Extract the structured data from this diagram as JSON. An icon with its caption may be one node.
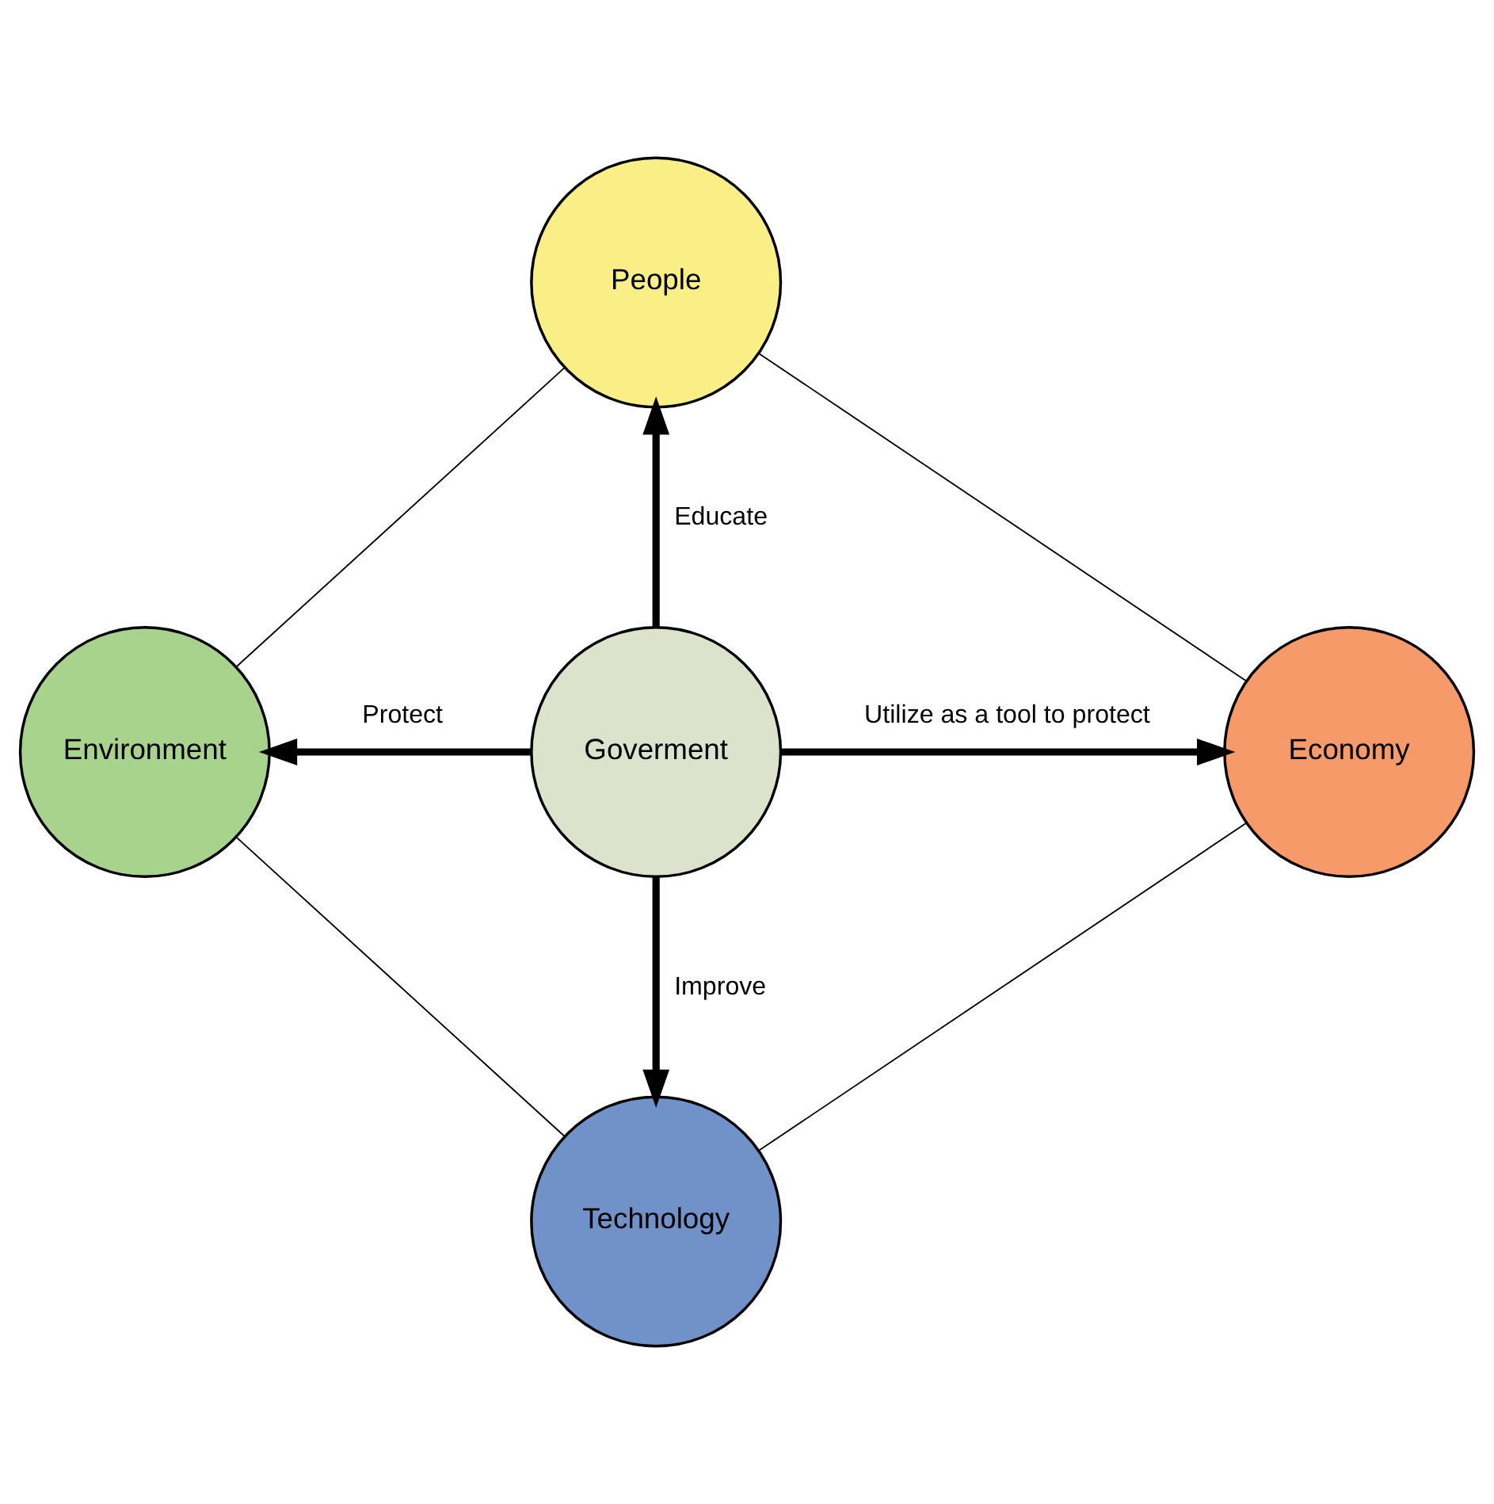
{
  "diagram": {
    "nodes": [
      {
        "text": [
          "People"
        ]
      },
      {
        "text": [
          "Environment"
        ]
      },
      {
        "text": [
          "Goverment"
        ]
      },
      {
        "text": [
          "Economy"
        ]
      },
      {
        "text": [
          "Technology"
        ]
      }
    ],
    "edges": [
      {
        "from": 2,
        "to": 0,
        "arrow": "to",
        "label": "Educate",
        "style": "thick"
      },
      {
        "from": 2,
        "to": 1,
        "arrow": "to",
        "label": "Protect",
        "style": "thick"
      },
      {
        "from": 2,
        "to": 3,
        "arrow": "to",
        "label": "Utilize as a tool to protect",
        "style": "thick"
      },
      {
        "from": 2,
        "to": 4,
        "arrow": "to",
        "label": "Improve",
        "style": "thick"
      },
      {
        "from": 0,
        "to": 3,
        "arrow": "none"
      },
      {
        "from": 3,
        "to": 4,
        "arrow": "none"
      },
      {
        "from": 4,
        "to": 1,
        "arrow": "none"
      },
      {
        "from": 1,
        "to": 0,
        "arrow": "none"
      }
    ]
  }
}
